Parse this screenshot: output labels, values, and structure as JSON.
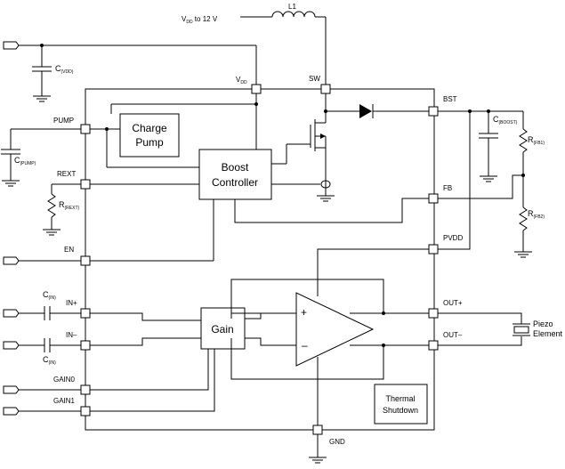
{
  "supply": {
    "prefix": "V",
    "sub": "DD",
    "suffix": " to 12 V"
  },
  "inductor": "L1",
  "pins": {
    "vdd": "V",
    "vdd_sub": "DD",
    "sw": "SW",
    "bst": "BST",
    "pump": "PUMP",
    "rext": "REXT",
    "fb": "FB",
    "en": "EN",
    "pvdd": "PVDD",
    "in_p": "IN+",
    "in_n": "IN–",
    "out_p": "OUT+",
    "out_n": "OUT–",
    "gain0": "GAIN0",
    "gain1": "GAIN1",
    "gnd": "GND"
  },
  "blocks": {
    "charge_pump": [
      "Charge",
      "Pump"
    ],
    "boost_controller": [
      "Boost",
      "Controller"
    ],
    "gain": "Gain",
    "thermal_shutdown": [
      "Thermal",
      "Shutdown"
    ]
  },
  "amp_signs": {
    "plus": "+",
    "minus": "–"
  },
  "components": {
    "c_vdd": {
      "main": "C",
      "sub": "(VDD)"
    },
    "c_pump": {
      "main": "C",
      "sub": "(PUMP)"
    },
    "r_ext": {
      "main": "R",
      "sub": "(REXT)"
    },
    "c_in1": {
      "main": "C",
      "sub": "(IN)"
    },
    "c_in2": {
      "main": "C",
      "sub": "(IN)"
    },
    "c_boost": {
      "main": "C",
      "sub": "(BOOST)"
    },
    "r_fb1": {
      "main": "R",
      "sub": "(FB1)"
    },
    "r_fb2": {
      "main": "R",
      "sub": "(FB2)"
    }
  },
  "load": [
    "Piezo",
    "Element"
  ]
}
